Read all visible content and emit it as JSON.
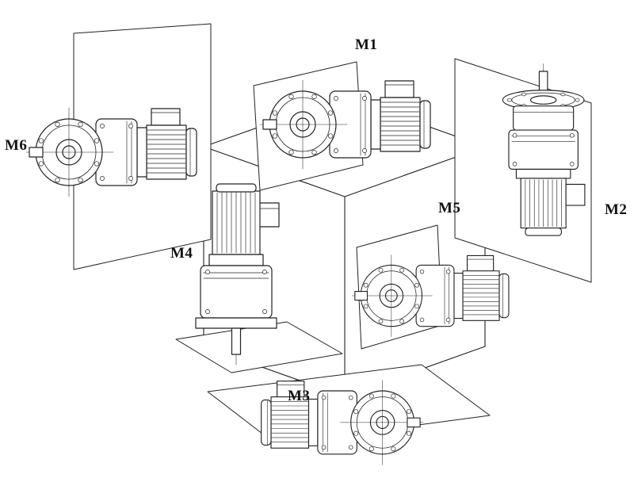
{
  "diagram": {
    "description": "gearmotor-mounting-positions",
    "labels": [
      {
        "id": "m1",
        "text": "M1"
      },
      {
        "id": "m2",
        "text": "M2"
      },
      {
        "id": "m3",
        "text": "M3"
      },
      {
        "id": "m4",
        "text": "M4"
      },
      {
        "id": "m5",
        "text": "M5"
      },
      {
        "id": "m6",
        "text": "M6"
      }
    ]
  },
  "colors": {
    "background": "#ffffff",
    "line": "#222222",
    "label_text": "#111111"
  }
}
